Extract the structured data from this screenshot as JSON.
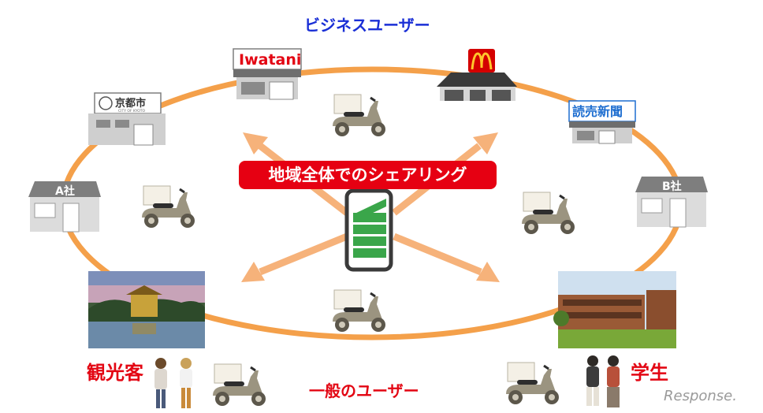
{
  "title_business": "ビジネスユーザー",
  "title_general": "一般のユーザー",
  "center_label": "地域全体でのシェアリング",
  "shops": {
    "company_a": "A社",
    "company_b": "B社",
    "kyoto_city": "京都市",
    "kyoto_city_sub": "CITY OF KYOTO",
    "iwatani": "Iwatani",
    "yomiuri": "読売新聞"
  },
  "tourists_label": "観光客",
  "students_label": "学生",
  "watermark": "Response.",
  "colors": {
    "ring": "#f4a04a",
    "arrow": "#f6b27a",
    "business_title": "#1a2fd6",
    "general_title": "#e30613",
    "banner": "#e60012",
    "battery_fill": "#3aa64a",
    "scooter": "#9b9480"
  }
}
